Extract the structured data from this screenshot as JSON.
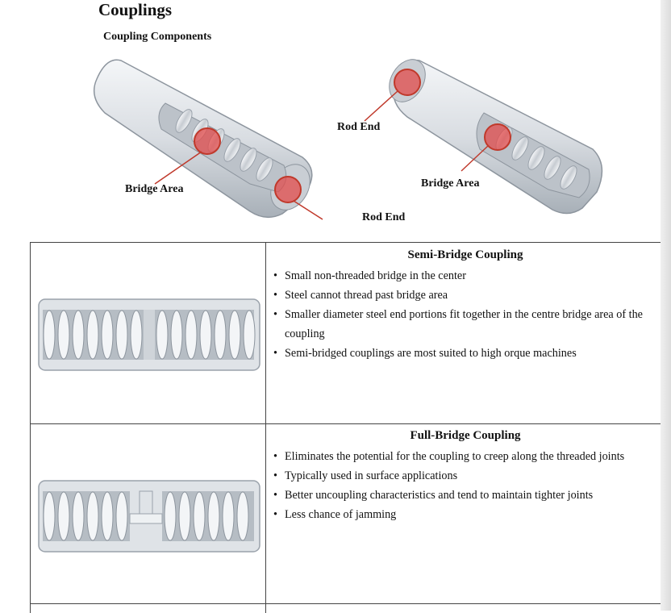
{
  "heading": "Couplings",
  "subheading": "Coupling Components",
  "callouts": {
    "bridge_area_left": "Bridge Area",
    "rod_end_top": "Rod End",
    "bridge_area_right": "Bridge Area",
    "rod_end_bottom": "Rod End"
  },
  "sections": [
    {
      "title": "Semi-Bridge Coupling",
      "bullets": [
        "Small non-threaded bridge in the center",
        "Steel cannot thread past bridge area",
        "Smaller diameter steel end portions fit together in the centre bridge area of the coupling",
        "Semi-bridged couplings are most suited to high orque machines"
      ]
    },
    {
      "title": "Full-Bridge Coupling",
      "bullets": [
        "Eliminates the potential for the coupling to creep along the threaded joints",
        "Typically used in surface applications",
        "Better uncoupling characteristics and tend to maintain tighter joints",
        "Less chance of jamming"
      ]
    }
  ],
  "colors": {
    "highlight": "#e24b4b",
    "metal_light": "#e9ecef",
    "metal_dark": "#9aa2ab"
  }
}
